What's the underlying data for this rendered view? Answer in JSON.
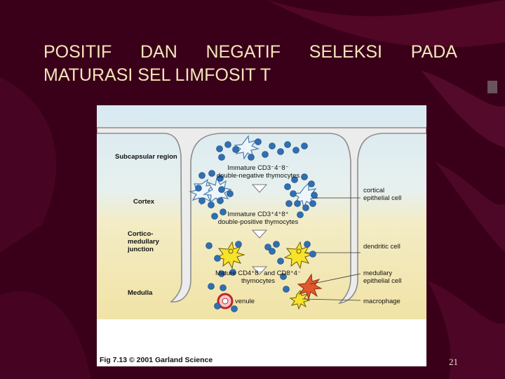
{
  "slide": {
    "title_words_line1": [
      "POSITIF",
      "DAN",
      "NEGATIF",
      "SELEKSI",
      "PADA"
    ],
    "title_line2": "MATURASI SEL LIMFOSIT T",
    "page_number": "21",
    "background_color": "#3a0019",
    "title_color": "#f4e6bc"
  },
  "figure": {
    "regions": {
      "subcapsular": "Subcapsular region",
      "cortex": "Cortex",
      "corticomedullary": "Cortico-medullary junction",
      "medulla": "Medulla"
    },
    "cells": {
      "immature_dn_line1": "Immature CD3⁻4⁻8⁻",
      "immature_dn_line2": "double-negative thymocytes",
      "immature_dp_line1": "Immature CD3⁺4⁺8⁺",
      "immature_dp_line2": "double-positive thymocytes",
      "mature_line1": "Mature CD4⁺8⁻ and CD8⁺4⁻",
      "mature_line2": "thymocytes",
      "venule": "venule"
    },
    "right_labels": {
      "cortical_epithelial": "cortical epithelial cell",
      "dendritic": "dendritic cell",
      "medullary_epithelial": "medullary epithelial cell",
      "macrophage": "macrophage"
    },
    "caption": "Fig 7.13  © 2001 Garland Science"
  }
}
